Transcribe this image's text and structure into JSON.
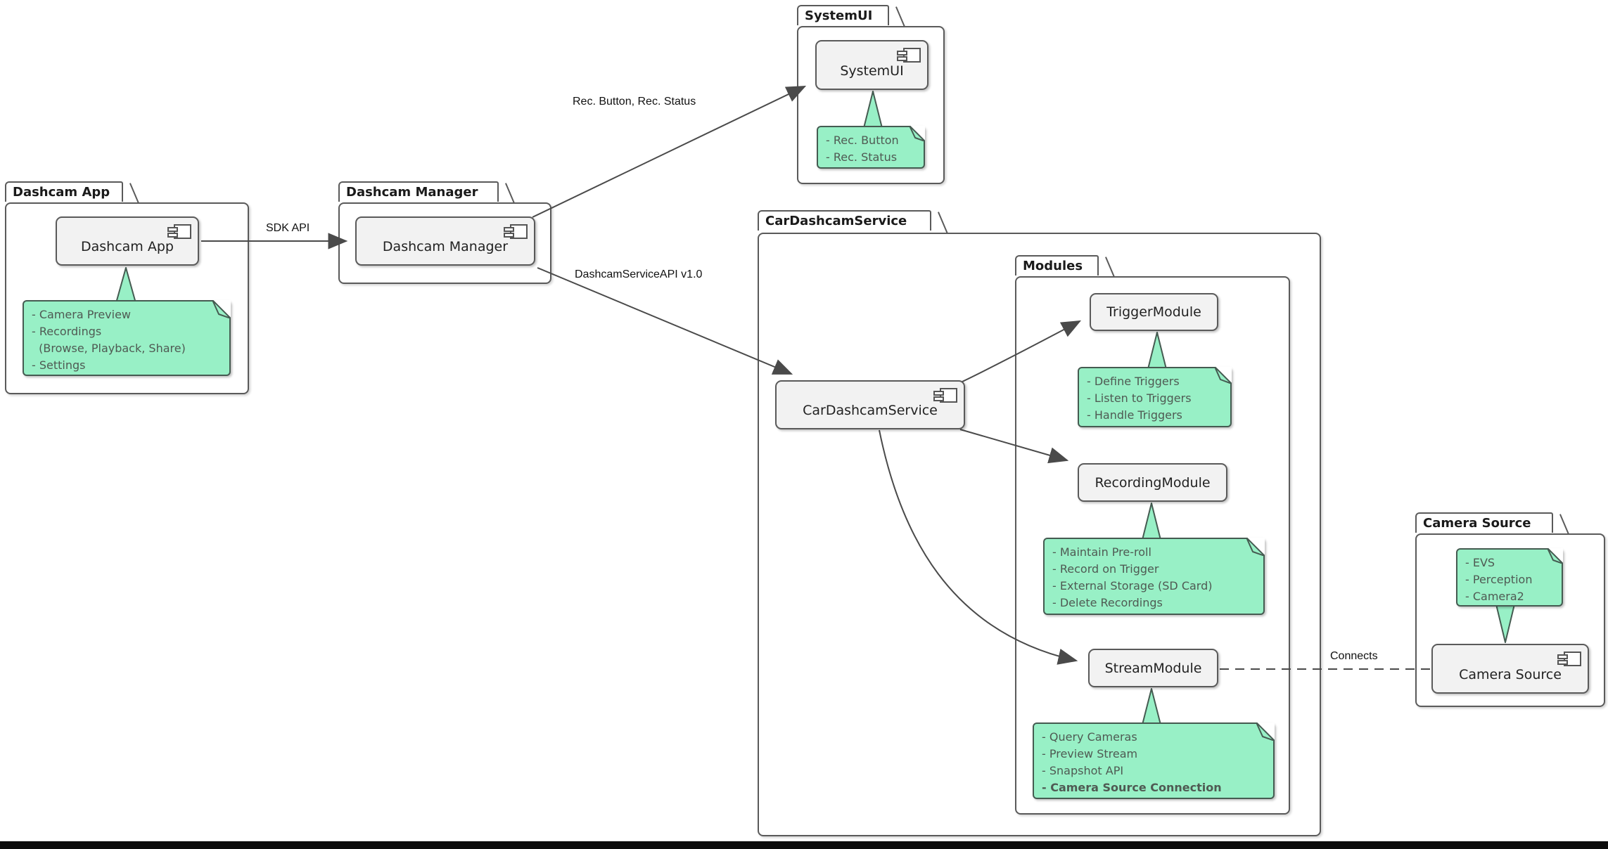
{
  "colors": {
    "note_fill": "#98F0C6",
    "note_border": "#455B51",
    "note_text": "#4F5A53",
    "component_fill": "#F2F2F2",
    "border": "#5A5A5A",
    "edge": "#4A4A4A",
    "bottom_bar": "#0D0D0D"
  },
  "packages": {
    "dashcam_app": {
      "title": "Dashcam App"
    },
    "dashcam_manager": {
      "title": "Dashcam Manager"
    },
    "system_ui": {
      "title": "SystemUI"
    },
    "car_dashcam_service": {
      "title": "CarDashcamService"
    },
    "modules": {
      "title": "Modules"
    },
    "camera_source": {
      "title": "Camera Source"
    }
  },
  "components": {
    "dashcam_app": "Dashcam App",
    "dashcam_manager": "Dashcam Manager",
    "system_ui": "SystemUI",
    "car_dashcam_service": "CarDashcamService",
    "trigger_module": "TriggerModule",
    "recording_module": "RecordingModule",
    "stream_module": "StreamModule",
    "camera_source": "Camera Source"
  },
  "notes": {
    "dashcam_app": {
      "lines": [
        "- Camera Preview",
        "- Recordings",
        "  (Browse, Playback, Share)",
        "- Settings"
      ]
    },
    "system_ui": {
      "lines": [
        "- Rec. Button",
        "- Rec. Status"
      ]
    },
    "trigger_module": {
      "lines": [
        "- Define Triggers",
        "- Listen to Triggers",
        "- Handle Triggers"
      ]
    },
    "recording_module": {
      "lines": [
        "- Maintain Pre-roll",
        "- Record on Trigger",
        "- External Storage (SD Card)",
        "- Delete Recordings"
      ]
    },
    "stream_module": {
      "lines": [
        "- Query Cameras",
        "- Preview Stream",
        "- Snapshot API"
      ],
      "bold_line": "- Camera Source Connection"
    },
    "camera_source": {
      "lines": [
        "- EVS",
        "- Perception",
        "- Camera2"
      ]
    }
  },
  "edge_labels": {
    "sdk_api": "SDK API",
    "rec_button_status": "Rec. Button, Rec. Status",
    "dashcam_service_api": "DashcamServiceAPI v1.0",
    "connects": "Connects"
  }
}
